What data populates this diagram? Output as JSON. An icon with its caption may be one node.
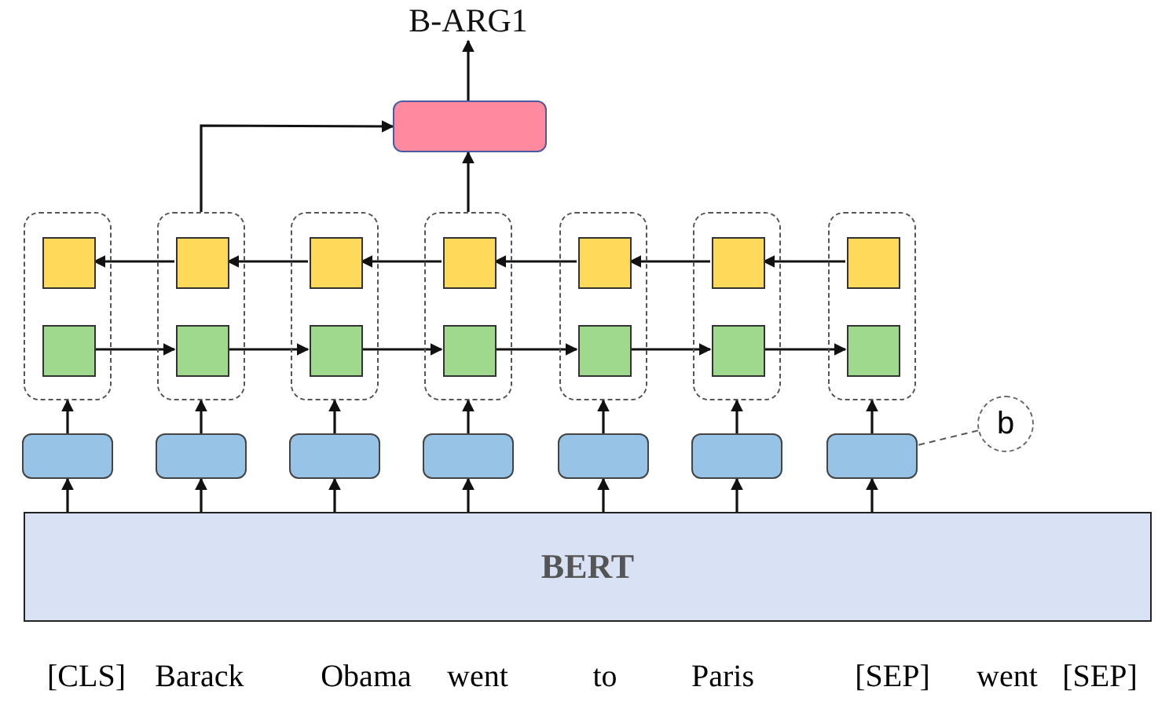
{
  "diagram": {
    "nodes": [
      {
        "text": [
          "B-ARG1"
        ]
      },
      {
        "text": [],
        "shape": "box"
      },
      {
        "text": [],
        "shape": "box"
      },
      {
        "text": [],
        "shape": "box",
        "in": 2
      },
      {
        "text": [],
        "shape": "box",
        "in": 2
      },
      {
        "text": [],
        "shape": "box"
      },
      {
        "text": [],
        "shape": "box",
        "in": 5
      },
      {
        "text": [],
        "shape": "box",
        "in": 5
      },
      {
        "text": [],
        "shape": "box"
      },
      {
        "text": [],
        "shape": "box",
        "in": 8
      },
      {
        "text": [],
        "shape": "box",
        "in": 8
      },
      {
        "text": [],
        "shape": "box"
      },
      {
        "text": [],
        "shape": "box",
        "in": 11
      },
      {
        "text": [],
        "shape": "box",
        "in": 11
      },
      {
        "text": [],
        "shape": "box"
      },
      {
        "text": [],
        "shape": "box",
        "in": 14
      },
      {
        "text": [],
        "shape": "box",
        "in": 14
      },
      {
        "text": [],
        "shape": "box"
      },
      {
        "text": [],
        "shape": "box",
        "in": 17
      },
      {
        "text": [],
        "shape": "box",
        "in": 17
      },
      {
        "text": [],
        "shape": "box"
      },
      {
        "text": [],
        "shape": "box",
        "in": 20
      },
      {
        "text": [],
        "shape": "box",
        "in": 20
      },
      {
        "text": [],
        "shape": "box"
      },
      {
        "text": [],
        "shape": "box"
      },
      {
        "text": [],
        "shape": "box"
      },
      {
        "text": [],
        "shape": "box"
      },
      {
        "text": [],
        "shape": "box"
      },
      {
        "text": [],
        "shape": "box"
      },
      {
        "text": [],
        "shape": "box"
      },
      {
        "text": [
          "BERT"
        ]
      },
      {
        "text": [
          "b"
        ]
      }
    ],
    "edges": [
      {
        "from": 30,
        "to": 23,
        "arrow": "to"
      },
      {
        "from": 30,
        "to": 24,
        "arrow": "to"
      },
      {
        "from": 30,
        "to": 25,
        "arrow": "to"
      },
      {
        "from": 30,
        "to": 26,
        "arrow": "to"
      },
      {
        "from": 30,
        "to": 27,
        "arrow": "to"
      },
      {
        "from": 30,
        "to": 28,
        "arrow": "to"
      },
      {
        "from": 30,
        "to": 29,
        "arrow": "to"
      },
      {
        "from": 23,
        "to": 2,
        "arrow": "to"
      },
      {
        "from": 24,
        "to": 5,
        "arrow": "to"
      },
      {
        "from": 25,
        "to": 8,
        "arrow": "to"
      },
      {
        "from": 26,
        "to": 11,
        "arrow": "to"
      },
      {
        "from": 27,
        "to": 14,
        "arrow": "to"
      },
      {
        "from": 28,
        "to": 17,
        "arrow": "to"
      },
      {
        "from": 29,
        "to": 20,
        "arrow": "to"
      },
      {
        "from": 4,
        "to": 7,
        "arrow": "to"
      },
      {
        "from": 7,
        "to": 10,
        "arrow": "to"
      },
      {
        "from": 10,
        "to": 13,
        "arrow": "to"
      },
      {
        "from": 13,
        "to": 16,
        "arrow": "to"
      },
      {
        "from": 16,
        "to": 19,
        "arrow": "to"
      },
      {
        "from": 19,
        "to": 22,
        "arrow": "to"
      },
      {
        "from": 6,
        "to": 3,
        "arrow": "to"
      },
      {
        "from": 9,
        "to": 6,
        "arrow": "to"
      },
      {
        "from": 12,
        "to": 9,
        "arrow": "to"
      },
      {
        "from": 15,
        "to": 12,
        "arrow": "to"
      },
      {
        "from": 18,
        "to": 15,
        "arrow": "to"
      },
      {
        "from": 21,
        "to": 18,
        "arrow": "to"
      },
      {
        "from": 5,
        "to": 1,
        "arrow": "to"
      },
      {
        "from": 11,
        "to": 1,
        "arrow": "to"
      },
      {
        "from": 1,
        "to": 0,
        "arrow": "to"
      },
      {
        "from": 31,
        "to": 29,
        "arrow": "none",
        "style": "dashed",
        "color": "#555555"
      }
    ],
    "labels": [
      "[CLS]",
      "Barack",
      "Obama",
      "went",
      "to",
      "Paris",
      "[SEP]",
      "went",
      "[SEP]"
    ]
  }
}
